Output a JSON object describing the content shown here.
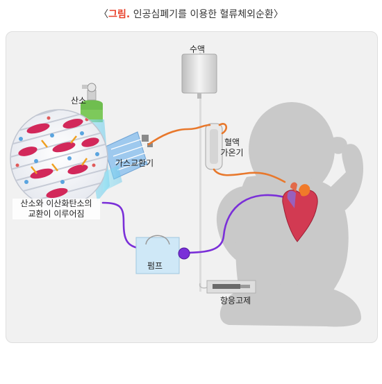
{
  "caption": {
    "prefix": "〈",
    "highlight": "그림.",
    "text": " 인공심폐기를 이용한 혈류체외순환〉"
  },
  "labels": {
    "oxygen": "산소",
    "saline": "수액",
    "gas_exchanger": "가스교환기",
    "blood_warmer_line1": "혈액",
    "blood_warmer_line2": "가온기",
    "exchange_line1": "산소와 이산화탄소의",
    "exchange_line2": "교환이 이루어짐",
    "pump": "펌프",
    "anticoagulant": "항응고제"
  },
  "colors": {
    "panel_bg": "#f1f1f1",
    "silhouette": "#c9c9c9",
    "venous_line": "#e8782c",
    "arterial_line": "#7a2fd8",
    "oxygen_tank": "#7dc95b",
    "gas_exchanger": "#9ec9ee",
    "heart": "#d23a52",
    "rbc": "#d2285a",
    "caption_highlight": "#e8412b"
  }
}
